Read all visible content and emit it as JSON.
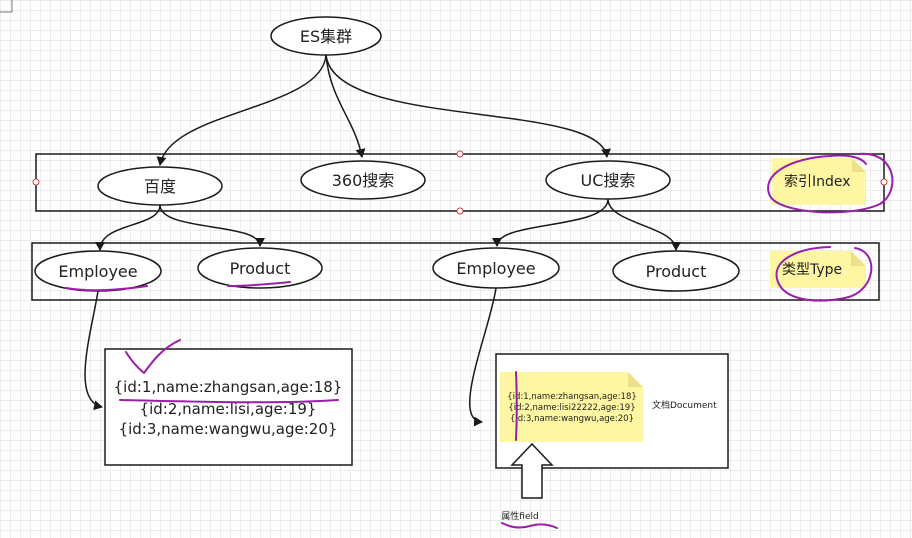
{
  "root": {
    "label": "ES集群"
  },
  "index_row": {
    "items": [
      "百度",
      "360搜索",
      "UC搜索"
    ],
    "note": "索引Index"
  },
  "type_row": {
    "items": [
      "Employee",
      "Product",
      "Employee",
      "Product"
    ],
    "note": "类型Type"
  },
  "documents_left": [
    "{id:1,name:zhangsan,age:18}",
    "{id:2,name:lisi,age:19}",
    "{id:3,name:wangwu,age:20}"
  ],
  "documents_right": {
    "lines": [
      "{id:1,name:zhangsan,age:18}",
      "{id:2,name:lisi22222,age:19}",
      "{id:3,name:wangwu,age:20}"
    ],
    "label": "文档Document"
  },
  "field_label": "属性field",
  "colors": {
    "stroke": "#1a1a1a",
    "sticky_note": "#fff6a3",
    "annotation": "#9b1ea8",
    "handle": "#d04040"
  }
}
